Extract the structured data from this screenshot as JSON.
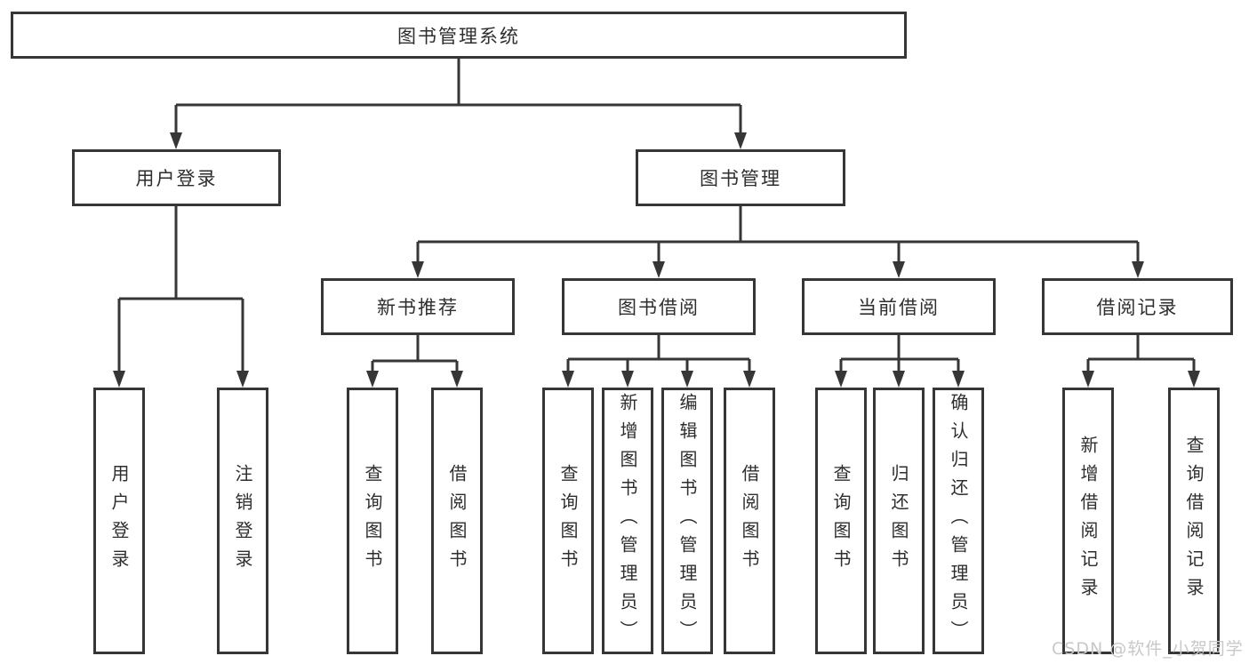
{
  "tree": {
    "label": "图书管理系统",
    "children": [
      {
        "label": "用户登录",
        "children": [
          {
            "label": "用户登录"
          },
          {
            "label": "注销登录"
          }
        ]
      },
      {
        "label": "图书管理",
        "children": [
          {
            "label": "新书推荐",
            "children": [
              {
                "label": "查询图书"
              },
              {
                "label": "借阅图书"
              }
            ]
          },
          {
            "label": "图书借阅",
            "children": [
              {
                "label": "查询图书"
              },
              {
                "label": "新增图书（管理员）"
              },
              {
                "label": "编辑图书（管理员）"
              },
              {
                "label": "借阅图书"
              }
            ]
          },
          {
            "label": "当前借阅",
            "children": [
              {
                "label": "查询图书"
              },
              {
                "label": "归还图书"
              },
              {
                "label": "确认归还（管理员）"
              }
            ]
          },
          {
            "label": "借阅记录",
            "children": [
              {
                "label": "新增借阅记录"
              },
              {
                "label": "查询借阅记录"
              }
            ]
          }
        ]
      }
    ]
  },
  "watermark": "CSDN @软件_小贺同学",
  "colors": {
    "line": "#363636",
    "text": "#2e2e2e",
    "watermark": "#c8c8c8",
    "background": "#ffffff"
  }
}
